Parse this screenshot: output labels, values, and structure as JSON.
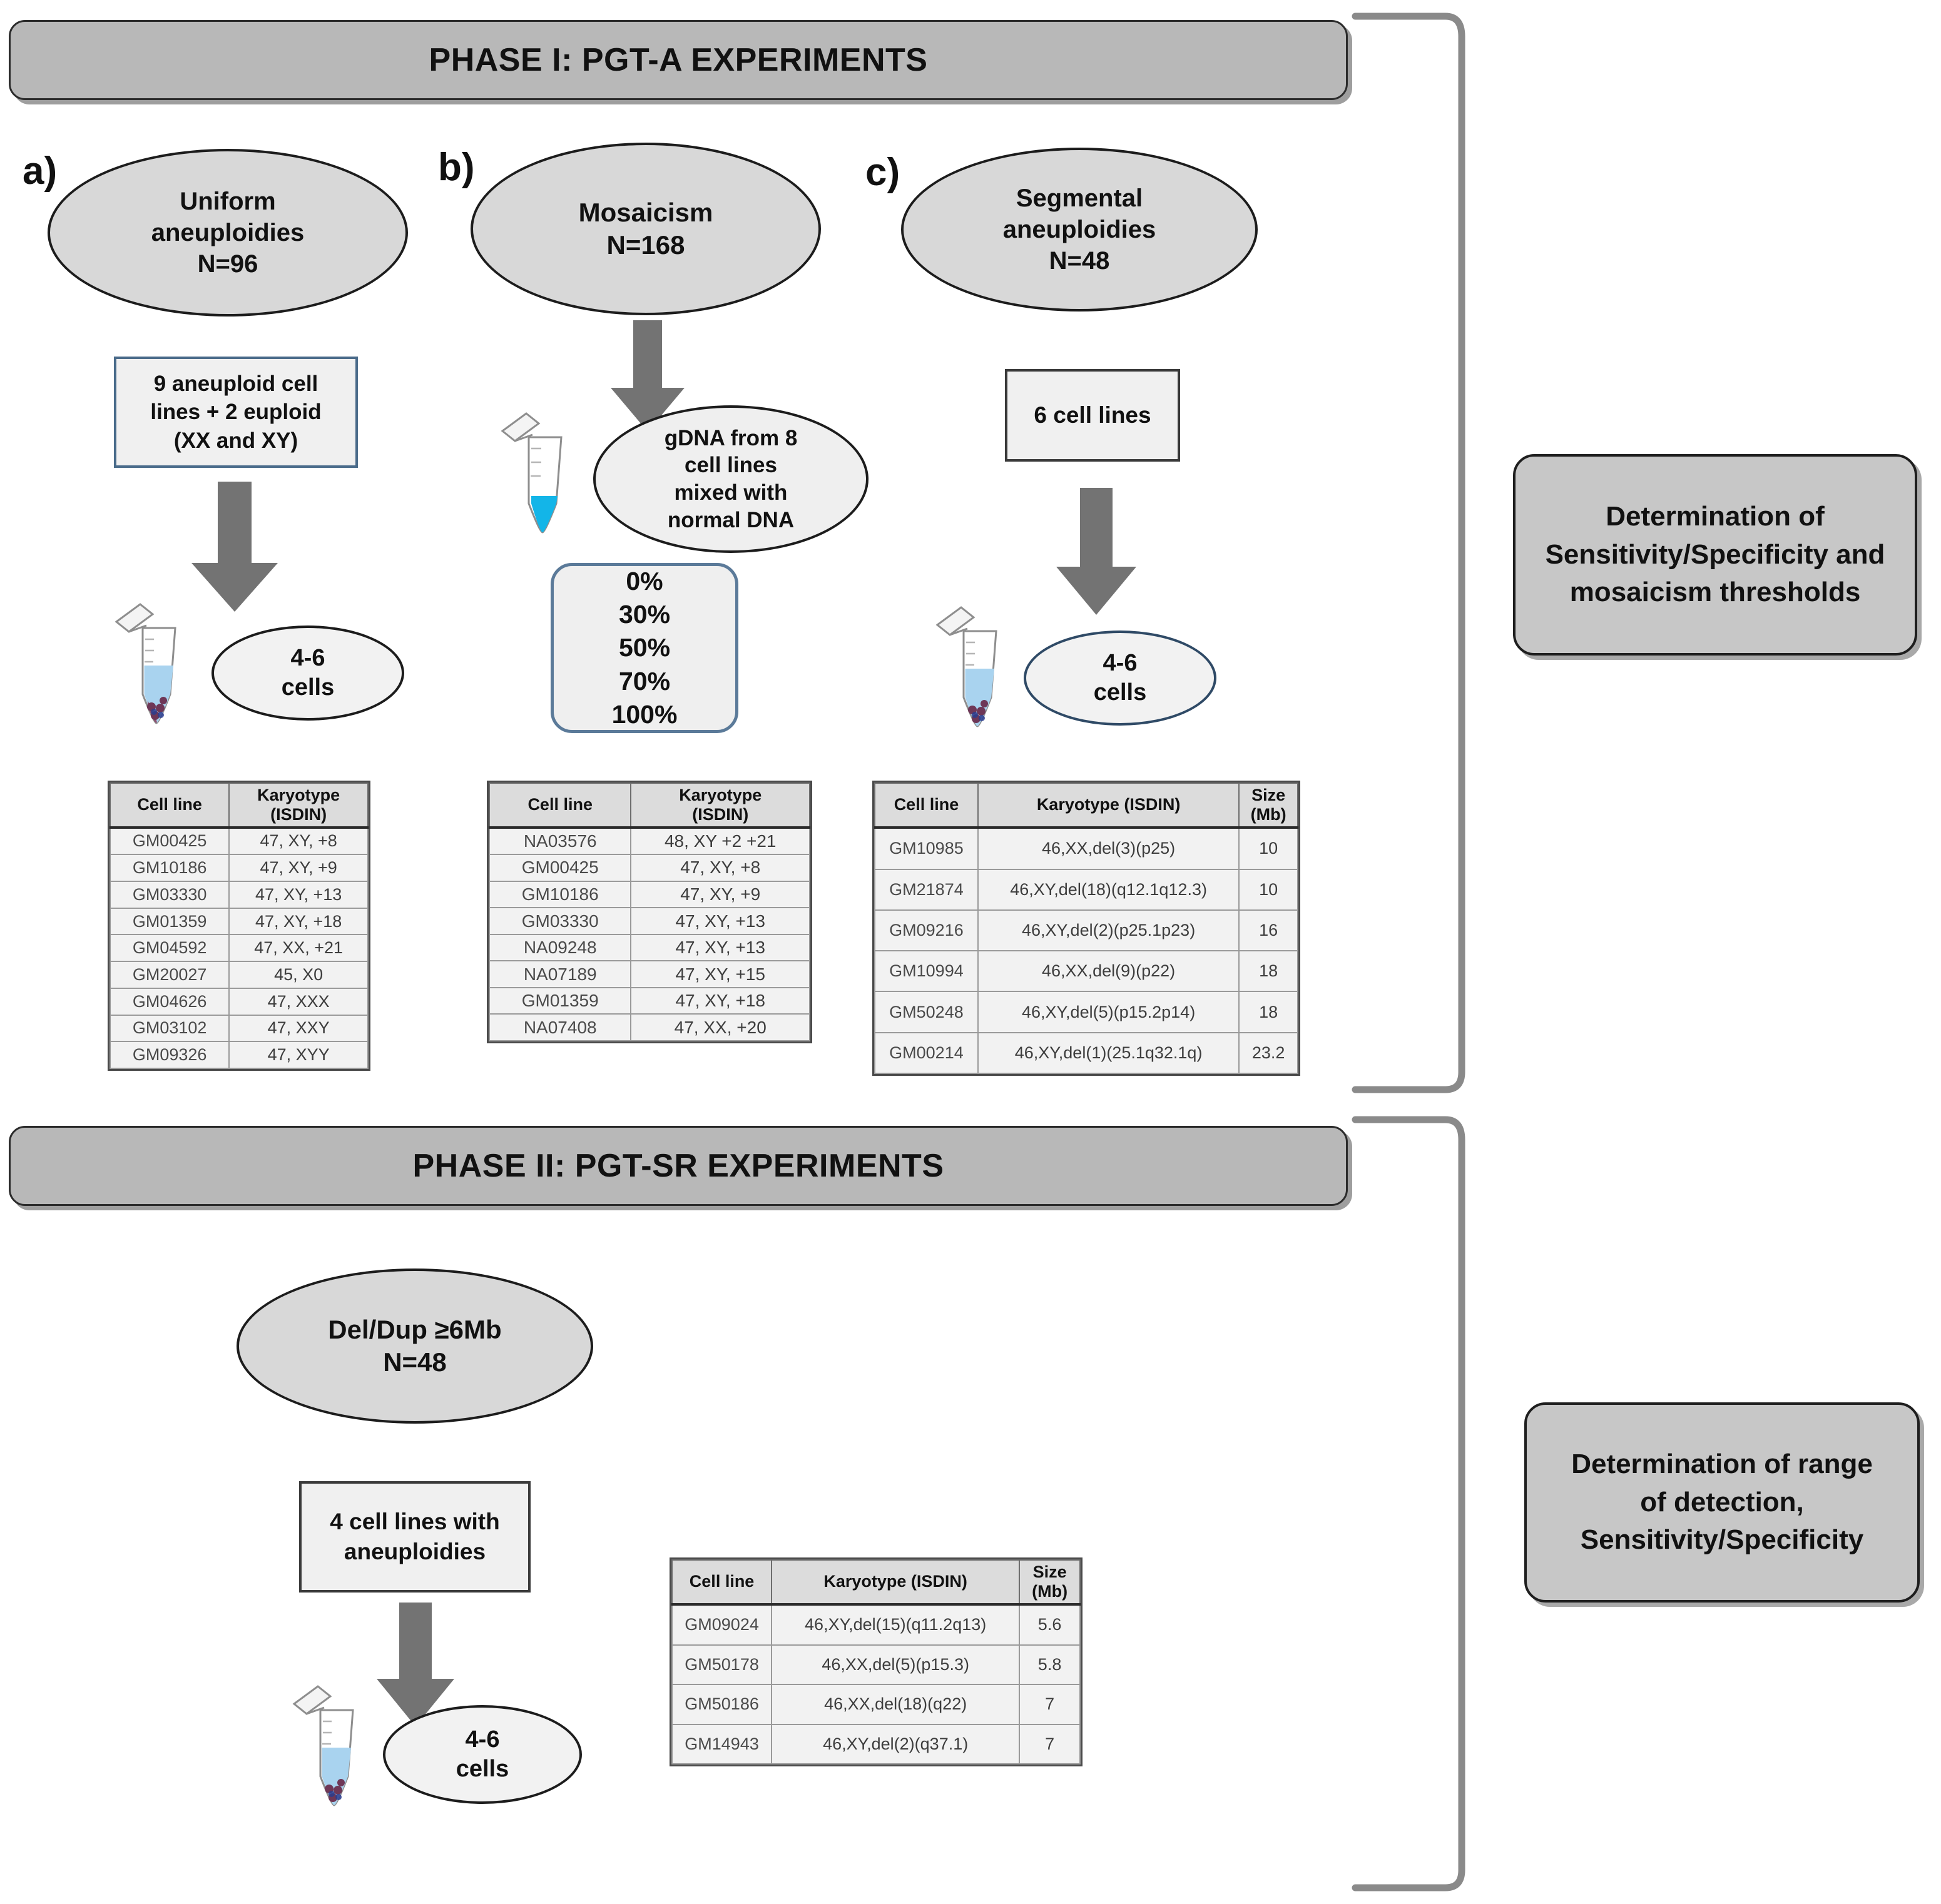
{
  "phase1": {
    "banner": "PHASE I: PGT-A EXPERIMENTS",
    "panels": [
      {
        "letter": "a)",
        "ellipse": "Uniform\naneuploidies\nN=96",
        "box": "9 aneuploid cell\nlines + 2 euploid\n(XX and XY)",
        "result_ellipse": "4-6\ncells"
      },
      {
        "letter": "b)",
        "ellipse": "Mosaicism\nN=168",
        "gdna_ellipse": "gDNA from 8\ncell lines\nmixed with\nnormal DNA",
        "percent_box": "0%\n30%\n50%\n70%\n100%"
      },
      {
        "letter": "c)",
        "ellipse": "Segmental\naneuploidies\nN=48",
        "box": "6 cell lines",
        "result_ellipse": "4-6\ncells"
      }
    ],
    "table_a": {
      "headers": [
        "Cell line",
        "Karyotype\n(ISDIN)"
      ],
      "rows": [
        [
          "GM00425",
          "47, XY, +8"
        ],
        [
          "GM10186",
          "47, XY, +9"
        ],
        [
          "GM03330",
          "47, XY, +13"
        ],
        [
          "GM01359",
          "47, XY, +18"
        ],
        [
          "GM04592",
          "47, XX, +21"
        ],
        [
          "GM20027",
          "45, X0"
        ],
        [
          "GM04626",
          "47, XXX"
        ],
        [
          "GM03102",
          "47, XXY"
        ],
        [
          "GM09326",
          "47, XYY"
        ]
      ]
    },
    "table_b": {
      "headers": [
        "Cell line",
        "Karyotype\n(ISDIN)"
      ],
      "rows": [
        [
          "NA03576",
          "48, XY +2 +21"
        ],
        [
          "GM00425",
          "47, XY, +8"
        ],
        [
          "GM10186",
          "47, XY, +9"
        ],
        [
          "GM03330",
          "47, XY, +13"
        ],
        [
          "NA09248",
          "47, XY, +13"
        ],
        [
          "NA07189",
          "47, XY, +15"
        ],
        [
          "GM01359",
          "47, XY, +18"
        ],
        [
          "NA07408",
          "47, XX, +20"
        ]
      ]
    },
    "table_c": {
      "headers": [
        "Cell line",
        "Karyotype (ISDIN)",
        "Size\n(Mb)"
      ],
      "rows": [
        [
          "GM10985",
          "46,XX,del(3)(p25)",
          "10"
        ],
        [
          "GM21874",
          "46,XY,del(18)(q12.1q12.3)",
          "10"
        ],
        [
          "GM09216",
          "46,XY,del(2)(p25.1p23)",
          "16"
        ],
        [
          "GM10994",
          "46,XX,del(9)(p22)",
          "18"
        ],
        [
          "GM50248",
          "46,XY,del(5)(p15.2p14)",
          "18"
        ],
        [
          "GM00214",
          "46,XY,del(1)(25.1q32.1q)",
          "23.2"
        ]
      ]
    },
    "outcome": "Determination of\nSensitivity/Specificity and\nmosaicism thresholds"
  },
  "phase2": {
    "banner": "PHASE II: PGT-SR EXPERIMENTS",
    "ellipse": "Del/Dup ≥6Mb\nN=48",
    "box": "4 cell lines with\naneuploidies",
    "result_ellipse": "4-6\ncells",
    "table": {
      "headers": [
        "Cell line",
        "Karyotype (ISDIN)",
        "Size\n(Mb)"
      ],
      "rows": [
        [
          "GM09024",
          "46,XY,del(15)(q11.2q13)",
          "5.6"
        ],
        [
          "GM50178",
          "46,XX,del(5)(p15.3)",
          "5.8"
        ],
        [
          "GM50186",
          "46,XX,del(18)(q22)",
          "7"
        ],
        [
          "GM14943",
          "46,XY,del(2)(q37.1)",
          "7"
        ]
      ]
    },
    "outcome": "Determination of range\nof detection,\nSensitivity/Specificity"
  },
  "icons": {
    "tube": "microcentrifuge-tube",
    "arrow": "down-block-arrow",
    "bracket": "right-curly-bracket"
  },
  "colors": {
    "banner_fill": "#b8b8b8",
    "ellipse_fill": "#d8d8d8",
    "outcome_fill": "#c7c7c7",
    "arrow_fill": "#737373",
    "blue_border": "#4a6b8a",
    "tube_liquid": "#a9d3ef",
    "tube_liquid_blue": "#13b5e8",
    "bracket_stroke": "#8a8a8a"
  }
}
